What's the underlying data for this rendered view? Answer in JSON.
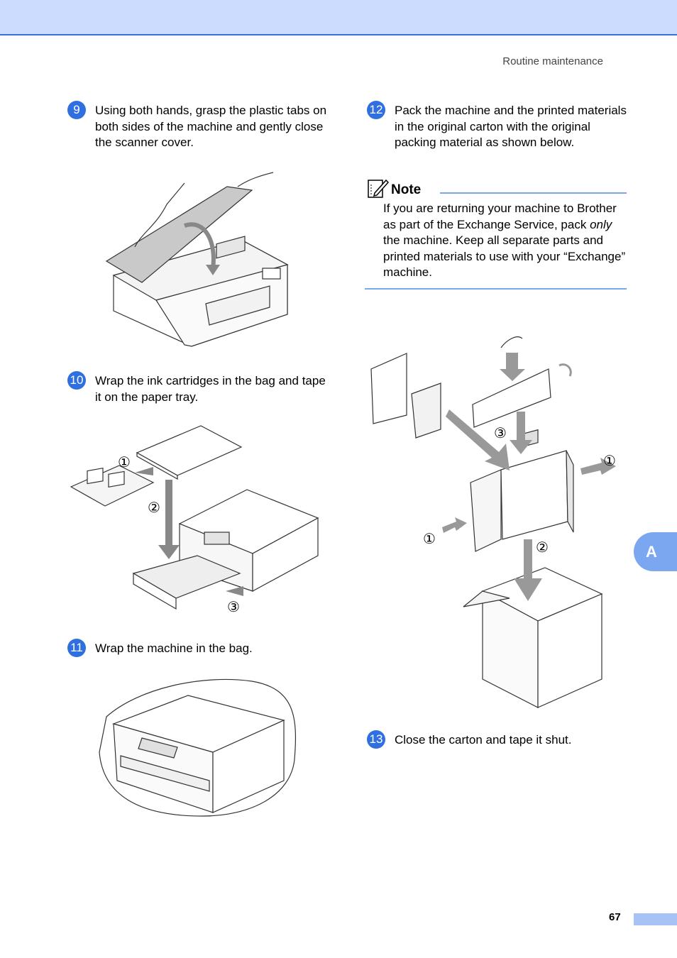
{
  "header": {
    "running_title": "Routine maintenance"
  },
  "steps": {
    "s9": {
      "number": "9",
      "text": "Using both hands, grasp the plastic tabs on both sides of the machine and gently close the scanner cover."
    },
    "s10": {
      "number": "10",
      "text": "Wrap the ink cartridges in the bag and tape it on the paper tray."
    },
    "s11": {
      "number": "11",
      "text": "Wrap the machine in the bag."
    },
    "s12": {
      "number": "12",
      "text": "Pack the machine and the printed materials in the original carton with the original packing material as shown below."
    },
    "s13": {
      "number": "13",
      "text": "Close the carton and tape it shut."
    }
  },
  "note": {
    "title": "Note",
    "text_before": "If you are returning your machine to Brother as part of the Exchange Service, pack ",
    "text_em": "only",
    "text_after": " the machine. Keep all separate parts and printed materials to use with your “Exchange” machine."
  },
  "callouts": {
    "c1": "①",
    "c2": "②",
    "c3": "③"
  },
  "side_tab": "A",
  "page_number": "67",
  "colors": {
    "header_band": "#ccdcff",
    "header_rule": "#3a6fd8",
    "step_badge": "#2f6fe0",
    "accent": "#7aa7f0"
  },
  "icons": [
    "note-pencil-icon"
  ]
}
